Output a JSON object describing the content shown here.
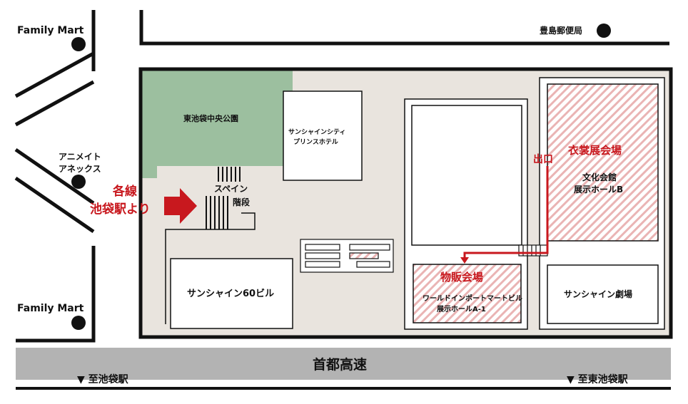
{
  "labels": {
    "family_mart_top": "Family Mart",
    "family_mart_bottom": "Family Mart",
    "post_office": "豊島郵便局",
    "animate_line1": "アニメイト",
    "animate_line2": "アネックス",
    "park": "東池袋中央公園",
    "hotel_line1": "サンシャインシティ",
    "hotel_line2": "プリンスホテル",
    "stairs_line1": "スペイン",
    "stairs_line2": "階段",
    "route_line1": "各線",
    "route_line2": "池袋駅より",
    "sunshine60": "サンシャイン60ビル",
    "exit": "出口",
    "costume_hall": "衣裳展会場",
    "bunka_line1": "文化会館",
    "bunka_line2": "展示ホールB",
    "merch_hall": "物販会場",
    "wit_line1": "ワールドインポートマートビル",
    "wit_line2": "展示ホールA-1",
    "theater": "サンシャイン劇場",
    "expressway": "首都高速",
    "to_ikebukuro": "▼ 至池袋駅",
    "to_higashi_ikebukuro": "▼ 至東池袋駅"
  },
  "colors": {
    "accent_red": "#c8181e",
    "park_green": "#9cbf9f",
    "ground": "#e9e4de",
    "expressway": "#b3b3b3",
    "hatch_red": "#e8a8a8"
  },
  "icons": [
    "store-marker-icon",
    "post-office-marker-icon",
    "route-arrow-icon",
    "exit-arrow-icon"
  ]
}
